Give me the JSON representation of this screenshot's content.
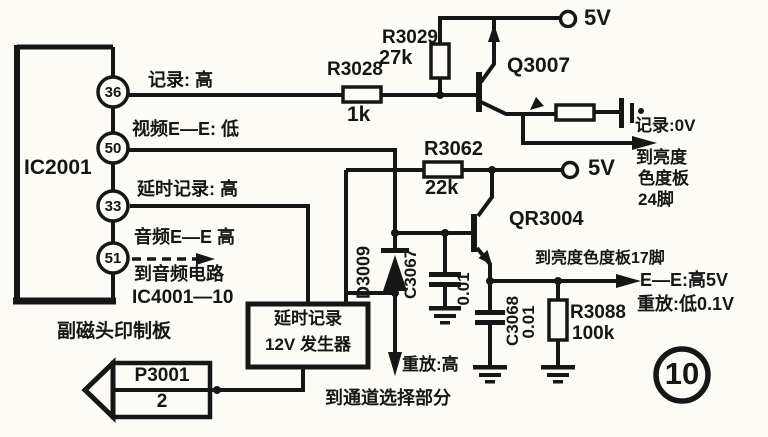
{
  "figure": {
    "number": "10"
  },
  "ic": {
    "name": "IC2001",
    "pins": [
      {
        "number": "36",
        "label": "记录: 高"
      },
      {
        "number": "50",
        "label": "视频E—E: 低"
      },
      {
        "number": "33",
        "label": "延时记录: 高"
      },
      {
        "number": "51",
        "label": "音频E—E 高"
      }
    ]
  },
  "audio_out": {
    "line1": "到音频电路",
    "line2": "IC4001—10"
  },
  "board_label": "副磁头印制板",
  "connector": {
    "name": "P3001",
    "pin": "2"
  },
  "delay_box": {
    "line1": "延时记录",
    "line2": "12V 发生器"
  },
  "components": {
    "r3028": {
      "name": "R3028",
      "value": "1k"
    },
    "r3029": {
      "name": "R3029",
      "value": "27k"
    },
    "q3007": {
      "name": "Q3007"
    },
    "r3062": {
      "name": "R3062",
      "value": "22k"
    },
    "qr3004": {
      "name": "QR3004"
    },
    "d3009": {
      "name": "D3009"
    },
    "c3067": {
      "name": "C3067",
      "value": "0.01"
    },
    "c3068": {
      "name": "C3068",
      "value": "0.01"
    },
    "r3088": {
      "name": "R3088",
      "value": "100k"
    }
  },
  "power": {
    "rail_top": "5V",
    "rail_mid": "5V"
  },
  "annotations": {
    "record_0v": "记录:0V",
    "to_lum24_l1": "到亮度",
    "to_lum24_l2": "色度板",
    "to_lum24_l3": "24脚",
    "to_lum17": "到亮度色度板17脚",
    "ee_high": "E—E:高5V",
    "playback_low": "重放:低0.1V",
    "playback_high": "重放:高",
    "to_channel": "到通道选择部分"
  }
}
